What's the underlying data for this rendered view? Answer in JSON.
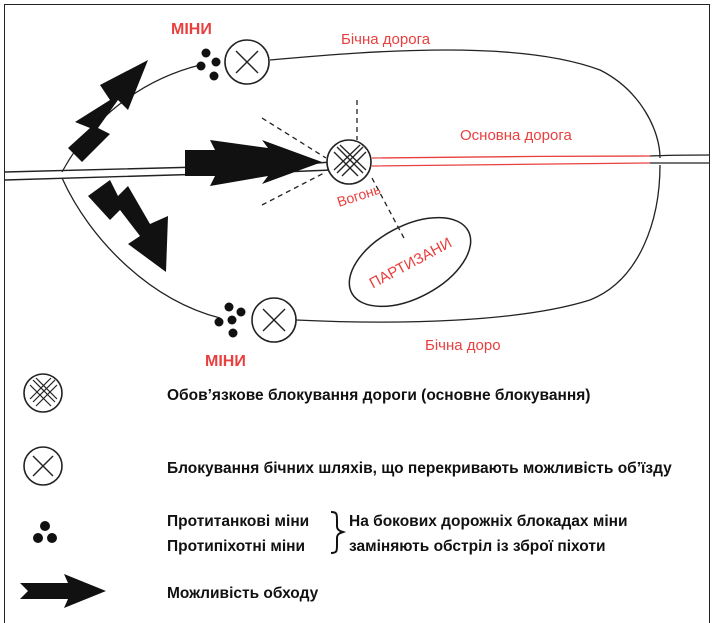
{
  "diagram": {
    "labels": {
      "mines_top": "МІНИ",
      "mines_bottom": "МІНИ",
      "side_road_top": "Бічна дорога",
      "side_road_bottom": "Бічна доро",
      "main_road": "Основна дорога",
      "fire": "Вогонь",
      "partisans": "ПАРТИЗАНИ"
    }
  },
  "legend": {
    "main_block": "Обов’язкове блокування дороги (основне блокування)",
    "side_block": "Блокування бічних шляхів, що перекривають можливість об’їзду",
    "antitank_mines": "Протитанкові міни",
    "antipersonnel_mines": "Протипіхотні міни",
    "mines_note_line1": "На бокових дорожніх блокадах міни",
    "mines_note_line2": "заміняють обстріл із зброї піхоти",
    "bypass": "Можливість обходу"
  },
  "colors": {
    "red": "#e8403f",
    "ink": "#111111"
  }
}
